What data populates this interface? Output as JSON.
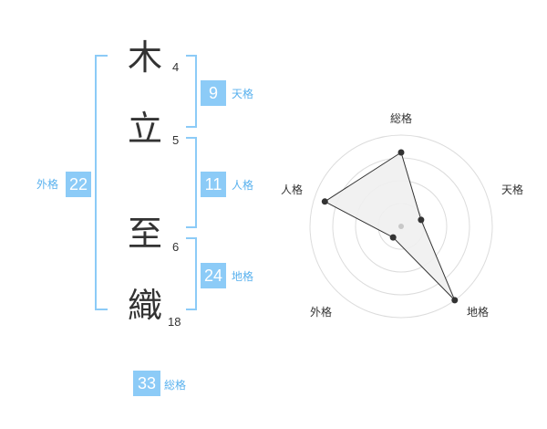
{
  "name": {
    "chars": [
      {
        "char": "木",
        "strokes": "4"
      },
      {
        "char": "立",
        "strokes": "5"
      },
      {
        "char": "至",
        "strokes": "6"
      },
      {
        "char": "織",
        "strokes": "18"
      }
    ]
  },
  "fortune": {
    "tenkaku": {
      "label": "天格",
      "value": "9"
    },
    "jinkaku": {
      "label": "人格",
      "value": "11"
    },
    "chikaku": {
      "label": "地格",
      "value": "24"
    },
    "gaikaku": {
      "label": "外格",
      "value": "22"
    },
    "soukaku": {
      "label": "総格",
      "value": "33"
    }
  },
  "colors": {
    "badge": "#8ccbf7",
    "label": "#59b1ee",
    "text": "#333333"
  },
  "chart_data": {
    "type": "radar",
    "axes": [
      "総格",
      "天格",
      "地格",
      "外格",
      "人格"
    ],
    "values": [
      0.81,
      0.23,
      1.0,
      0.15,
      0.88
    ],
    "range": [
      0,
      1
    ],
    "rings": 4,
    "grid": true
  }
}
